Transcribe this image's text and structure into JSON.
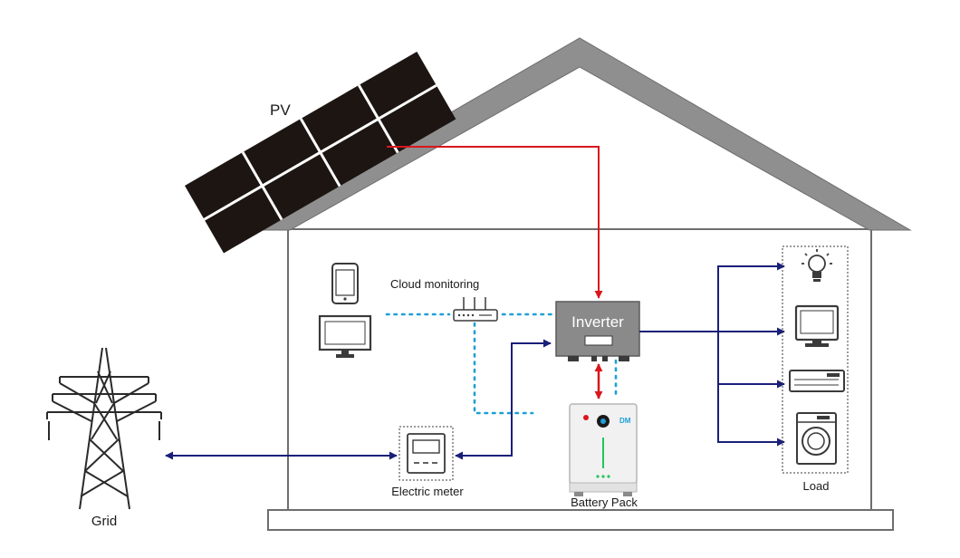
{
  "labels": {
    "pv": "PV",
    "inverter": "Inverter",
    "cloud_monitoring": "Cloud monitoring",
    "electric_meter": "Electric meter",
    "battery_pack": "Battery Pack",
    "load": "Load",
    "grid": "Grid"
  },
  "colors": {
    "roof": "#8f8f8f",
    "house_outline": "#6e6e6e",
    "panel": "#1c1512",
    "dc_power_line": "#d9161c",
    "ac_power_line": "#1a1f78",
    "monitoring_line": "#1ea0d6",
    "inverter_body": "#8a8a8a"
  },
  "icons": {
    "loads": [
      "light-bulb-icon",
      "tv-icon",
      "air-conditioner-icon",
      "washing-machine-icon"
    ],
    "monitoring": [
      "smartphone-icon",
      "desktop-monitor-icon",
      "router-icon"
    ],
    "grid": "transmission-tower-icon"
  }
}
